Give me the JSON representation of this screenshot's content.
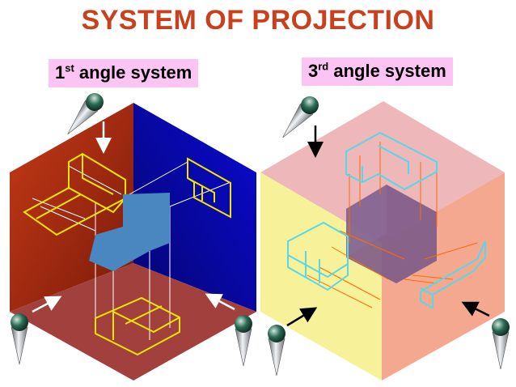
{
  "title": "SYSTEM OF PROJECTION",
  "first_angle": {
    "num": "1",
    "sup": "st",
    "rest": " angle system"
  },
  "third_angle": {
    "num": "3",
    "sup": "rd",
    "rest": " angle system"
  },
  "colors": {
    "title": "#c8401e",
    "label_bg": "#fbc4f3",
    "first_left_wall": "#c63a17",
    "first_right_wall": "#0a0ad4",
    "first_floor": "#a2403e",
    "object": "#4a86c0",
    "object_outline_first": "#f2e600",
    "third_top": "#eeb7ba",
    "third_left": "#f7f29a",
    "third_right": "#f5a890",
    "object_outline_third": "#58d7e8",
    "projector_lines": "#ff6a00",
    "arrow": "#000000",
    "eye": "#2d6b55",
    "cone": "#9aa0a6"
  },
  "icons": [
    "eye-cone-icon",
    "arrow-icon"
  ]
}
